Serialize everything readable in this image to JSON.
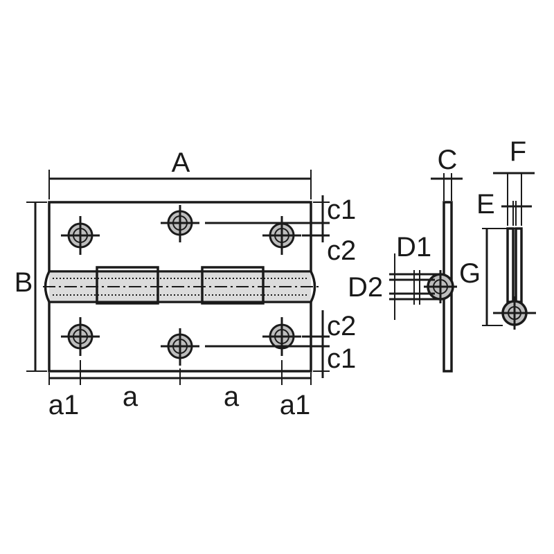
{
  "colors": {
    "line": "#1a1a1a",
    "knuckle": "#dcdcdc",
    "hole": "#bdbdbd",
    "background": "#ffffff"
  },
  "labels": {
    "A": "A",
    "B": "B",
    "a1_left": "a1",
    "a_left": "a",
    "a_right": "a",
    "a1_right": "a1",
    "c1_top": "c1",
    "c2_top": "c2",
    "c2_bottom": "c2",
    "c1_bottom": "c1",
    "C": "C",
    "D1": "D1",
    "D2": "D2",
    "G": "G",
    "E": "E",
    "F": "F"
  }
}
